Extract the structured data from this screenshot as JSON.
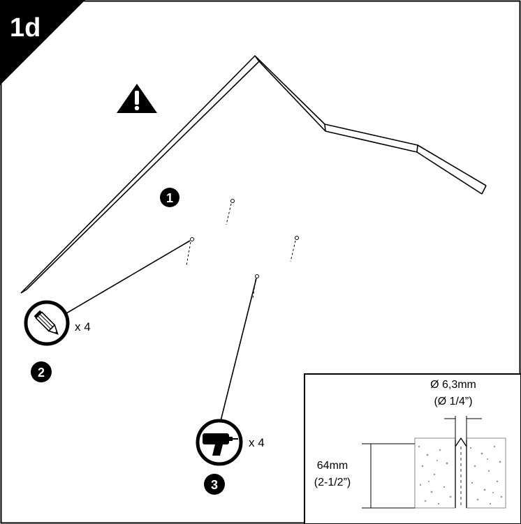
{
  "step": {
    "label": "1d"
  },
  "markers": {
    "one": "1",
    "two": "2",
    "three": "3"
  },
  "pencil": {
    "qty": "x 4"
  },
  "drill": {
    "qty": "x 4"
  },
  "detail": {
    "diameter_metric": "Ø 6,3mm",
    "diameter_imperial": "(Ø 1/4”)",
    "depth_metric": "64mm",
    "depth_imperial": "(2-1/2”)"
  },
  "colors": {
    "ink": "#000000",
    "paper": "#ffffff",
    "concrete_speck": "#9a9a9a"
  },
  "icons": [
    "warning-icon",
    "pencil-icon",
    "drill-icon"
  ]
}
